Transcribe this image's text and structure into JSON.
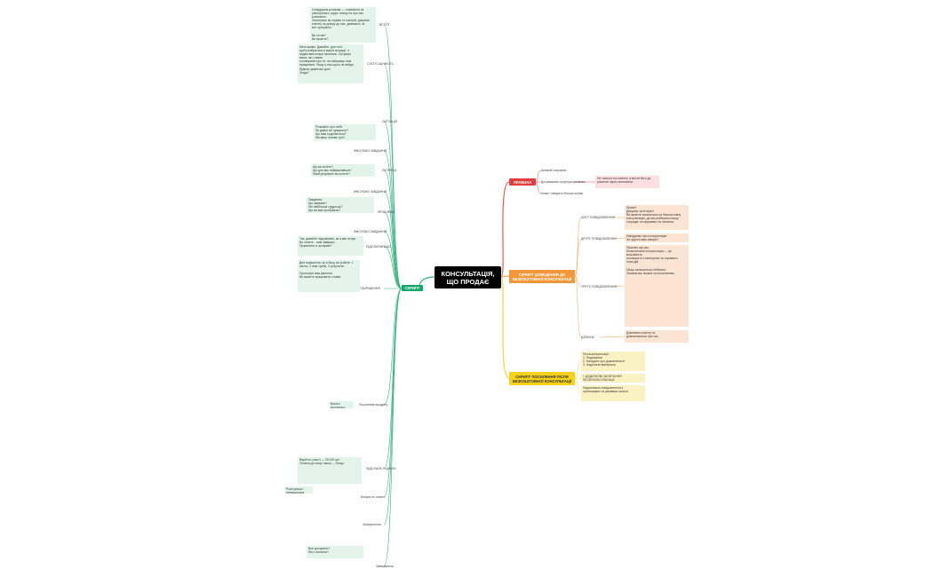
{
  "center": "КОНСУЛЬТАЦІЯ,\nЩО ПРОДАЄ",
  "colors": {
    "green": "#12a66a",
    "red": "#e23d3a",
    "orange": "#f2973a",
    "yellow": "#f6d21d",
    "line_green": "#34b27e",
    "line_red": "#e85a57",
    "line_orange": "#f3a24f",
    "line_yellow": "#f3d341"
  },
  "branches": {
    "script": "СКРИПТ",
    "rules": "ПРАВИЛА",
    "pre": "СКРИПТ ДОВЕДЕННЯ ДО\nБЕЗКОШТОВНОЇ КОНСУЛЬТАЦІЇ",
    "post": "СКРИПТ ПОСИЛЕННЯ ПІСЛЯ\nБЕЗКОШТОВНОЇ КОНСУЛЬТАЦІЇ"
  },
  "script": {
    "labels": [
      "ВСТУП",
      "СТАТУС/ЦІННІСТЬ",
      "СИТУАЦІЯ",
      "ФІКСУЄМО ЗАВДАННЯ",
      "ПОТРЕБА",
      "ФІКСУЄМО ЗАВДАННЯ",
      "ПРОБЛЕМА",
      "ФІКСУЄМО ЗАВДАННЯ",
      "ПІДСУМОВУЄМО",
      "ЕКСПЕРТНЕ ВИРІШЕННЯ",
      "Посилення продукту",
      "ПІДСУМОК З ЦІНОЮ",
      "Бонуси по оплаті",
      "Заперечення",
      "Завершення"
    ],
    "notes": [
      "Співдружня розмова — ставлення як\nрівноцінного, щире співчуття про нас\nрозмовою.\nЗапитуємо як справи та настрій, дякуємо\nклієнту за довіру до нас, дивимось чи\nвсе зрозуміло.\n\nВи готові?\nВи можете?",
      "Мені цікаво. Давайте, для того\nщоб розібратися в вашій ситуації, я\nзадам вам кілька запитань. Ситуація\nваша, ми з вами\nпоговоримо про те, як найкраще нам\nпрацювати. Якщо у нас щось не вийде,\nбудемо дивитися далі.\nЗгода?",
      "Розкажіть про себе.\nЯк давно ви працюєте?\nЩо вам подобається?\nЯкі ваші головні цілі?",
      "Що ви хочете?\nЩо для вас найважливіше?\nЯкий результат ви хочете?",
      "Завдання:\nЩо заважає?\nЯкі найбільші труднощі?\nЩо ви вже пробували?",
      "Так, давайте підсумуємо, як я вас почув.\nВи хочете... вам заважає...\nПравильно я зрозумів?",
      "Для вирішення, як я бачу, ви робите: 1\nякісно, 2 вам треба, 3 результат.\n\nПропоную вам рішення.\nВи можете працювати з нами.",
      "Всього достатньо, щоб ви отримали\nрезультат.",
      "Вартість участі — 25 000 грн.\nОплата до кінця тижня — бонус.",
      "Розстрочка / передоплата\nОплата частинами",
      "Все зрозуміло?\nЯкі є питання?"
    ]
  },
  "rules": {
    "items": [
      "Активне слухання",
      "Дотримання структури розмови",
      "Клієнт говорить більше за вас"
    ],
    "note": "Не тиснути на клієнта, а вести його до\nрішення через запитання."
  },
  "pre": {
    "labels": [
      "ЛИСТ ПОВІДОМЛЕННЯ",
      "ДРУГЕ ПОВІДОМЛЕННЯ",
      "ТРЕТЄ ПОВІДОМЛЕННЯ",
      "ДЗВІНОК"
    ],
    "notes": [
      "Привіт!\nДякуємо за інтерес!\nВи можете записатися на безкоштовну\nконсультацію, де ми розберемо вашу\nситуацію та відповімо на питання.",
      "Нагадуємо про консультацію.\nЧи зручно вам завтра?",
      "Пишемо ще раз.\nБезкоштовна консультація — це можливість\nпоговорити з експертом та отримати\nплан дій.\n\nМісць залишилось небагато.\nЗаписатись можна за посиланням.",
      "Дзвонимо клієнту та\nдомовляємось про час."
    ]
  },
  "post": {
    "notes": [
      "Після консультації:\n1. Подякувати\n2. Нагадати про домовленості\n3. Надіслати матеріали",
      "+ ДОДАТКОВІ ЗАПИТАННЯ\nПІСЛЯ КОНСУЛЬТАЦІЇ",
      "Надсилаємо повідомлення з\nпропозицією та умовами оплати."
    ]
  }
}
